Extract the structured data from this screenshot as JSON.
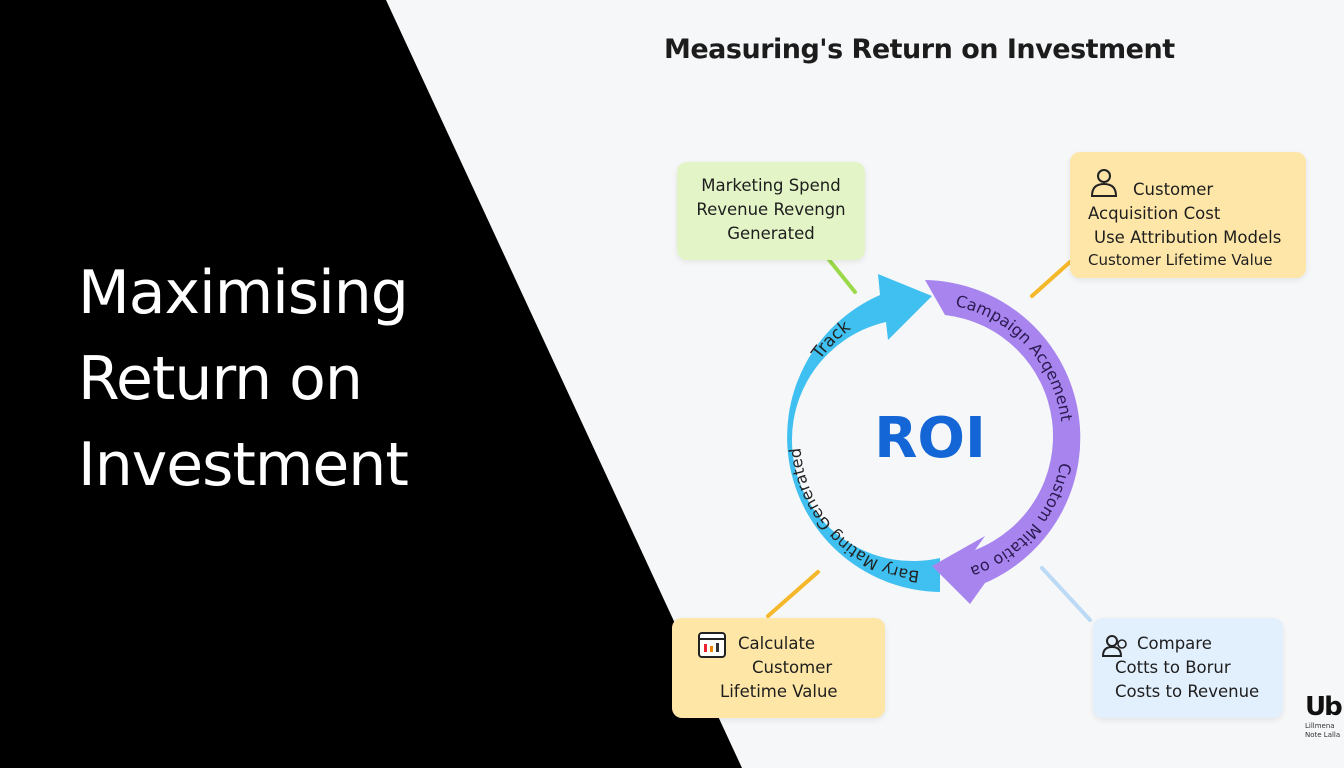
{
  "headline": {
    "lines": [
      "Maximising",
      "Return on",
      "Investment"
    ]
  },
  "diagram": {
    "title": "Measuring's Return on Investment",
    "center_label": "ROI",
    "arc_labels": {
      "track": "Track",
      "left_arc": "Bary Mating Generated",
      "right_top": "Campaign Acqement",
      "right_bottom": "Custom Mitatio oa"
    },
    "boxes": {
      "top_left": {
        "lines": [
          "Marketing Spend",
          "Revenue Revengn",
          "Generated"
        ]
      },
      "top_right": {
        "lines": [
          "Customer",
          "Acquisition Cost",
          "Use Attribution Models",
          "Customer Lifetime Value"
        ],
        "icon": "user-icon"
      },
      "bottom_left": {
        "lines": [
          "Calculate",
          "Customer",
          "Lifetime Value"
        ],
        "icon": "calendar-icon"
      },
      "bottom_right": {
        "lines": [
          "Compare",
          "Cotts to Borur",
          "Costs to Revenue"
        ],
        "icon": "people-icon"
      }
    },
    "colors": {
      "blue_arc": "#3fc0f0",
      "purple_arc": "#a884ef",
      "roi_text": "#1466d6",
      "green_box": "#e3f4c7",
      "yellow_box": "#fde6a7",
      "blue_box": "#e2effc"
    }
  },
  "logo": {
    "mark": "Ub",
    "text": [
      "Lillmena",
      "Note Lalla"
    ]
  }
}
